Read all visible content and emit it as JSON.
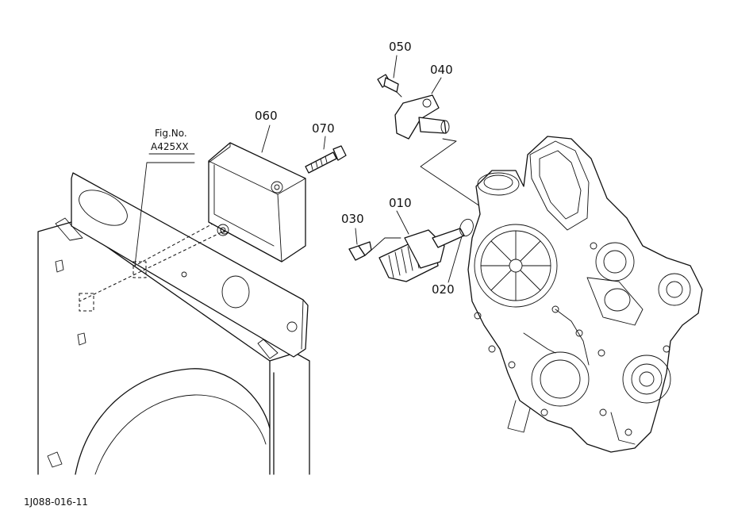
{
  "parts": [
    {
      "id": "010"
    },
    {
      "id": "020"
    },
    {
      "id": "030"
    },
    {
      "id": "040"
    },
    {
      "id": "050"
    },
    {
      "id": "060"
    },
    {
      "id": "070"
    }
  ],
  "fig_ref": {
    "line1": "Fig.No.",
    "line2": "A425XX"
  },
  "drawing_code": "1J088-016-11"
}
